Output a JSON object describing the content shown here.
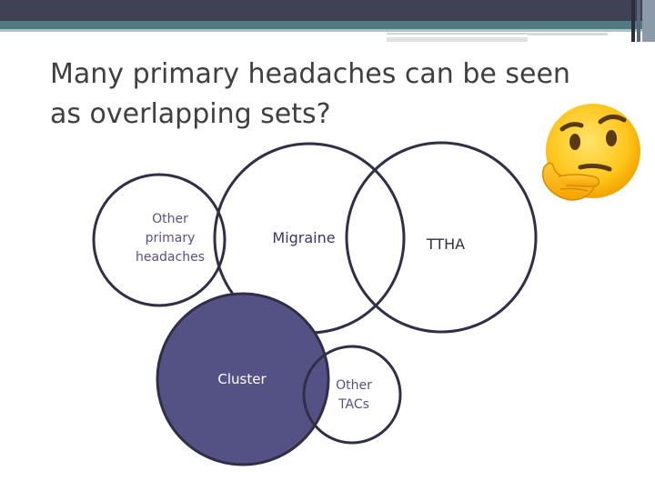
{
  "slide": {
    "title": "Many primary headaches can be seen as overlapping sets?",
    "emoji_icon": "thinking-face-emoji",
    "colors": {
      "header_dark": "#3f4254",
      "header_teal": "#4e7b82",
      "title_text": "#404040",
      "circle_stroke": "#2f2f48",
      "cluster_fill": "#545285",
      "label_text": "#58508a"
    }
  },
  "diagram": {
    "sets": [
      {
        "id": "other-primary",
        "label": "Other\nprimary\nheadaches"
      },
      {
        "id": "migraine",
        "label": "Migraine"
      },
      {
        "id": "ttha",
        "label": "TTHA"
      },
      {
        "id": "cluster",
        "label": "Cluster"
      },
      {
        "id": "other-tacs",
        "label": "Other\nTACs"
      }
    ]
  }
}
